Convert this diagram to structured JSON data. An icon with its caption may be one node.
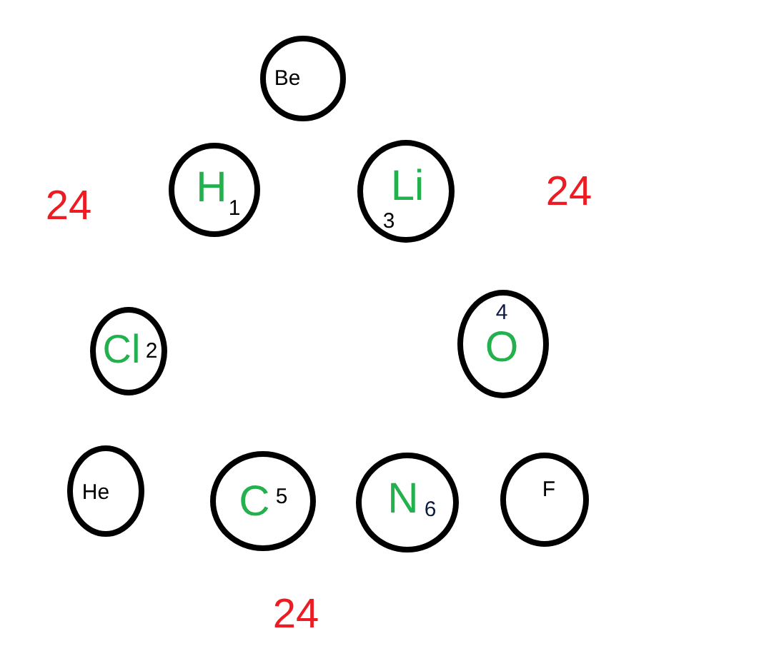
{
  "diagram": {
    "nodes": [
      {
        "text": [
          "Be"
        ]
      },
      {
        "text": [
          "H",
          "1"
        ]
      },
      {
        "text": [
          "Li",
          "3"
        ]
      },
      {
        "text": [
          "Cl",
          "2"
        ]
      },
      {
        "text": [
          "4",
          "O"
        ]
      },
      {
        "text": [
          "He"
        ]
      },
      {
        "text": [
          "C",
          "5"
        ]
      },
      {
        "text": [
          "N",
          "6"
        ]
      },
      {
        "text": [
          "F"
        ]
      }
    ],
    "labels": [
      "24",
      "24",
      "24"
    ]
  }
}
